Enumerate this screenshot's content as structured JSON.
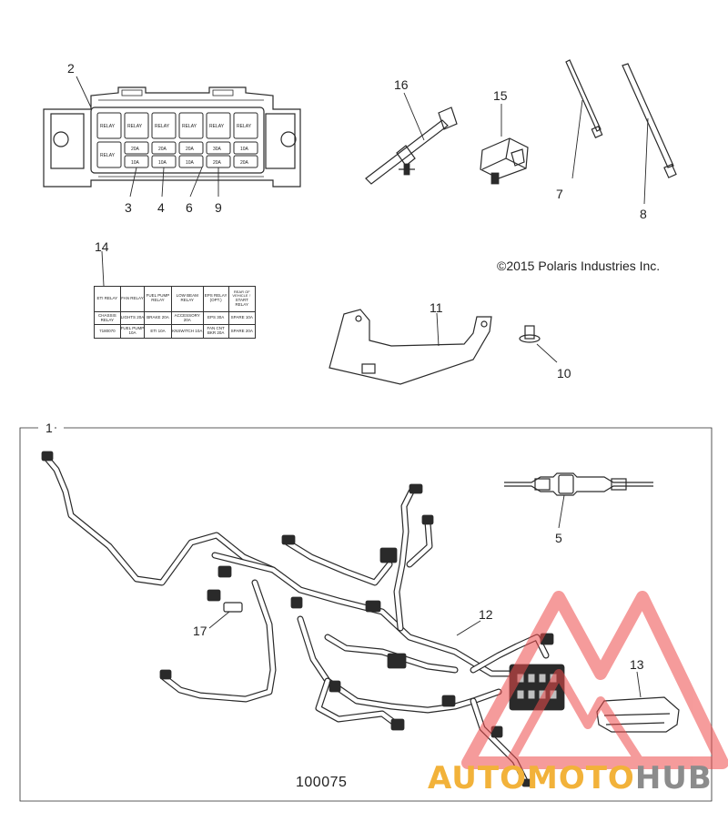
{
  "copyright": "©2015 Polaris Industries Inc.",
  "drawing_number": "100075",
  "watermark": {
    "part1": "AUTO",
    "part2": "MOTO",
    "part3": "HUB"
  },
  "callouts": [
    {
      "id": "c1",
      "label": "1"
    },
    {
      "id": "c2",
      "label": "2"
    },
    {
      "id": "c3",
      "label": "3"
    },
    {
      "id": "c4",
      "label": "4"
    },
    {
      "id": "c5",
      "label": "5"
    },
    {
      "id": "c6",
      "label": "6"
    },
    {
      "id": "c7",
      "label": "7"
    },
    {
      "id": "c8",
      "label": "8"
    },
    {
      "id": "c9",
      "label": "9"
    },
    {
      "id": "c10",
      "label": "10"
    },
    {
      "id": "c11",
      "label": "11"
    },
    {
      "id": "c12",
      "label": "12"
    },
    {
      "id": "c13",
      "label": "13"
    },
    {
      "id": "c14",
      "label": "14"
    },
    {
      "id": "c15",
      "label": "15"
    },
    {
      "id": "c16",
      "label": "16"
    },
    {
      "id": "c17",
      "label": "17"
    }
  ],
  "fuse_box": {
    "relay_label": "RELAY",
    "fuse_ratings": [
      "20A",
      "20A",
      "20A",
      "30A",
      "10A",
      "10A",
      "10A",
      "10A",
      "20A",
      "20A"
    ]
  },
  "decal": {
    "row1": [
      "ETI RELAY",
      "FAN RELAY",
      "FUEL PUMP RELAY",
      "LOW BEAM RELAY",
      "EPS RELAY (OPT.)",
      "START RELAY"
    ],
    "row2": [
      "CHASSIS RELAY",
      "LIGHTS 20A",
      "BRAKE 20A",
      "ACCESSORY 20A",
      "EPS 30A",
      "SPARE 10A"
    ],
    "row3": [
      "",
      "FUEL PUMP 10A",
      "ETI 10A",
      "KNSWITCH 10A",
      "FAN CNT BKR 20A",
      "SPARE 20A"
    ],
    "note": "REAR OF VEHICLE",
    "code": "7180070"
  }
}
